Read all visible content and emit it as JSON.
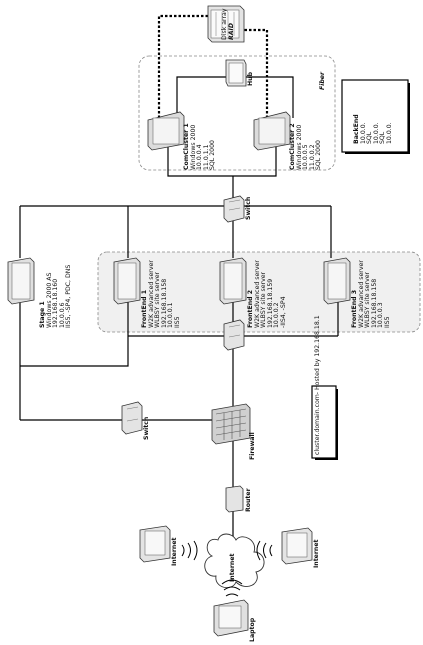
{
  "storage": {
    "disk_array_label": "Disk array",
    "raid_label": "RAID",
    "fiber_label": "Fiber",
    "hub_label": "Hub"
  },
  "nodes": {
    "comcluster1": [
      "ComCluster 1",
      "Windows 2000",
      "10.0.0.4",
      "11.0.1.1",
      "SQL 2000"
    ],
    "comcluster2": [
      "ComCluster 2",
      "Windows 2000",
      "10.0.0.5",
      "11.0.0.2",
      "SQL 2000"
    ],
    "backend": [
      "BackEnd",
      "10.0.0.",
      "SQL",
      "10.0.0.",
      "SQL",
      "10.0.0."
    ],
    "stage1": [
      "Stage 1",
      "Windows 2000 AS",
      "192.168.18.160",
      "10.0.0.6",
      "IIS5, -SP4, PDC, DNS"
    ],
    "frontend1": [
      "FrontEnd 1",
      "W2K advanced server",
      "WLBSY site server",
      "192.168.18.158",
      "10.0.0.1",
      "IIS5"
    ],
    "frontend2": [
      "FrontEnd 2",
      "W2K advanced server",
      "WLBSY site server",
      "192.168.18.159",
      "10.0.0.2",
      "-IIS4, -SP4"
    ],
    "frontend3": [
      "FrontEnd 3",
      "W2K advanced server",
      "WLBSY site server",
      "192.168.18.158",
      "10.0.0.3",
      "IIS5"
    ],
    "cluster_domain": [
      "cluster.domain.com-",
      "Hosted by",
      "192.168.18.1"
    ]
  },
  "devices": {
    "switch_top": "Switch",
    "switch_bottom": "Switch",
    "firewall": "Firewall",
    "router": "Router",
    "internet_cloud": "Internet",
    "internet_left": "Internet",
    "internet_right": "Internet",
    "laptop": "Laptop"
  }
}
